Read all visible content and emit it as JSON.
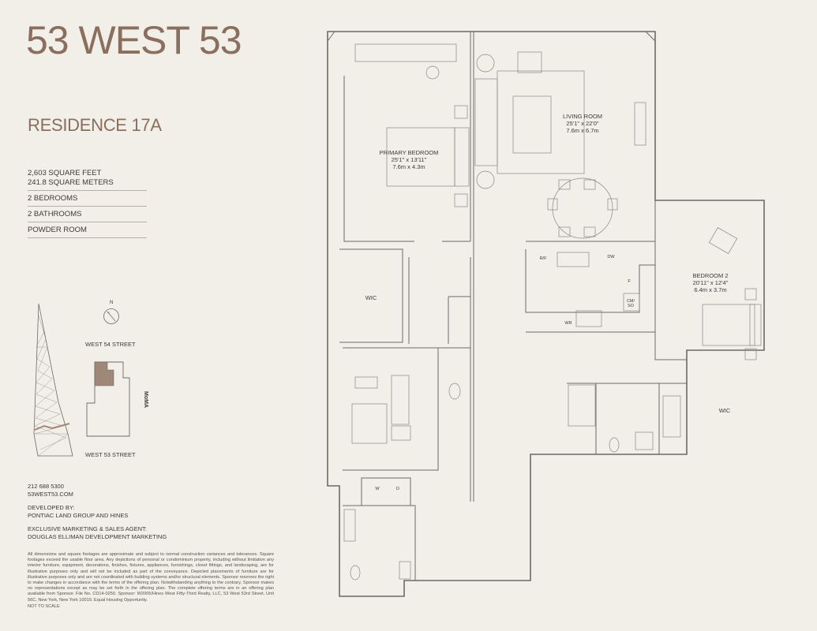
{
  "brand": "53 WEST 53",
  "residence": "RESIDENCE 17A",
  "facts": {
    "area_sf": "2,603 SQUARE FEET",
    "area_sm": "241.8 SQUARE METERS",
    "bedrooms": "2 BEDROOMS",
    "bathrooms": "2 BATHROOMS",
    "powder": "POWDER ROOM"
  },
  "site": {
    "north": "N",
    "street_top": "WEST 54 STREET",
    "street_bottom": "WEST 53 STREET",
    "moma": "MoMA"
  },
  "contact": {
    "phone": "212 688 5300",
    "web": "53WEST53.COM",
    "developed_by_heading": "DEVELOPED BY:",
    "developed_by": "PONTIAC LAND GROUP AND HINES",
    "agent_heading": "EXCLUSIVE MARKETING & SALES AGENT:",
    "agent": "DOUGLAS ELLIMAN DEVELOPMENT MARKETING"
  },
  "legal": "All dimensions and square footages are approximate and subject to normal construction variances and tolerances. Square footages exceed the usable floor area. Any depictions of personal or condominium property, including without limitation any interior furniture, equipment, decorations, finishes, fixtures, appliances, furnishings, closet fittings, and landscaping, are for illustrative purposes only and will not be included as part of the conveyance. Depicted placements of furniture are for illustrative purposes only and are not coordinated with building systems and/or structural elements. Sponsor reserves the right to make changes in accordance with the terms of the offering plan. Notwithstanding anything to the contrary, Sponsor makes no representations except as may be set forth in the offering plan. The complete offering terms are in an offering plan available from Sponsor. File No. CD14-0250. Sponsor: W2005/Hines West Fifty-Third Realty, LLC, 53 West 53rd Street, Unit 56C, New York, New York 10019. Equal Housing Opportunity.",
  "not_to_scale": "NOT TO SCALE",
  "rooms": {
    "primary_name": "PRIMARY BEDROOM",
    "primary_ft": "25'1\" x 13'11\"",
    "primary_m": "7.6m x 4.3m",
    "living_name": "LIVING ROOM",
    "living_ft": "25'1\" x 22'0\"",
    "living_m": "7.6m x 6.7m",
    "bed2_name": "BEDROOM 2",
    "bed2_ft": "20'11\" x 12'4\"",
    "bed2_m": "6.4m x 3.7m",
    "wic_1": "WIC",
    "wic_2": "WIC"
  },
  "fixtures": {
    "rf": "R/F",
    "dw": "DW",
    "f": "F",
    "cm": "CM/",
    "so": "SO",
    "wr": "WR",
    "w": "W",
    "d": "D"
  },
  "colors": {
    "background": "#f2efe9",
    "brand": "#8a6e5e",
    "plan_line": "#6d6a66",
    "unit_highlight": "#a08878"
  }
}
